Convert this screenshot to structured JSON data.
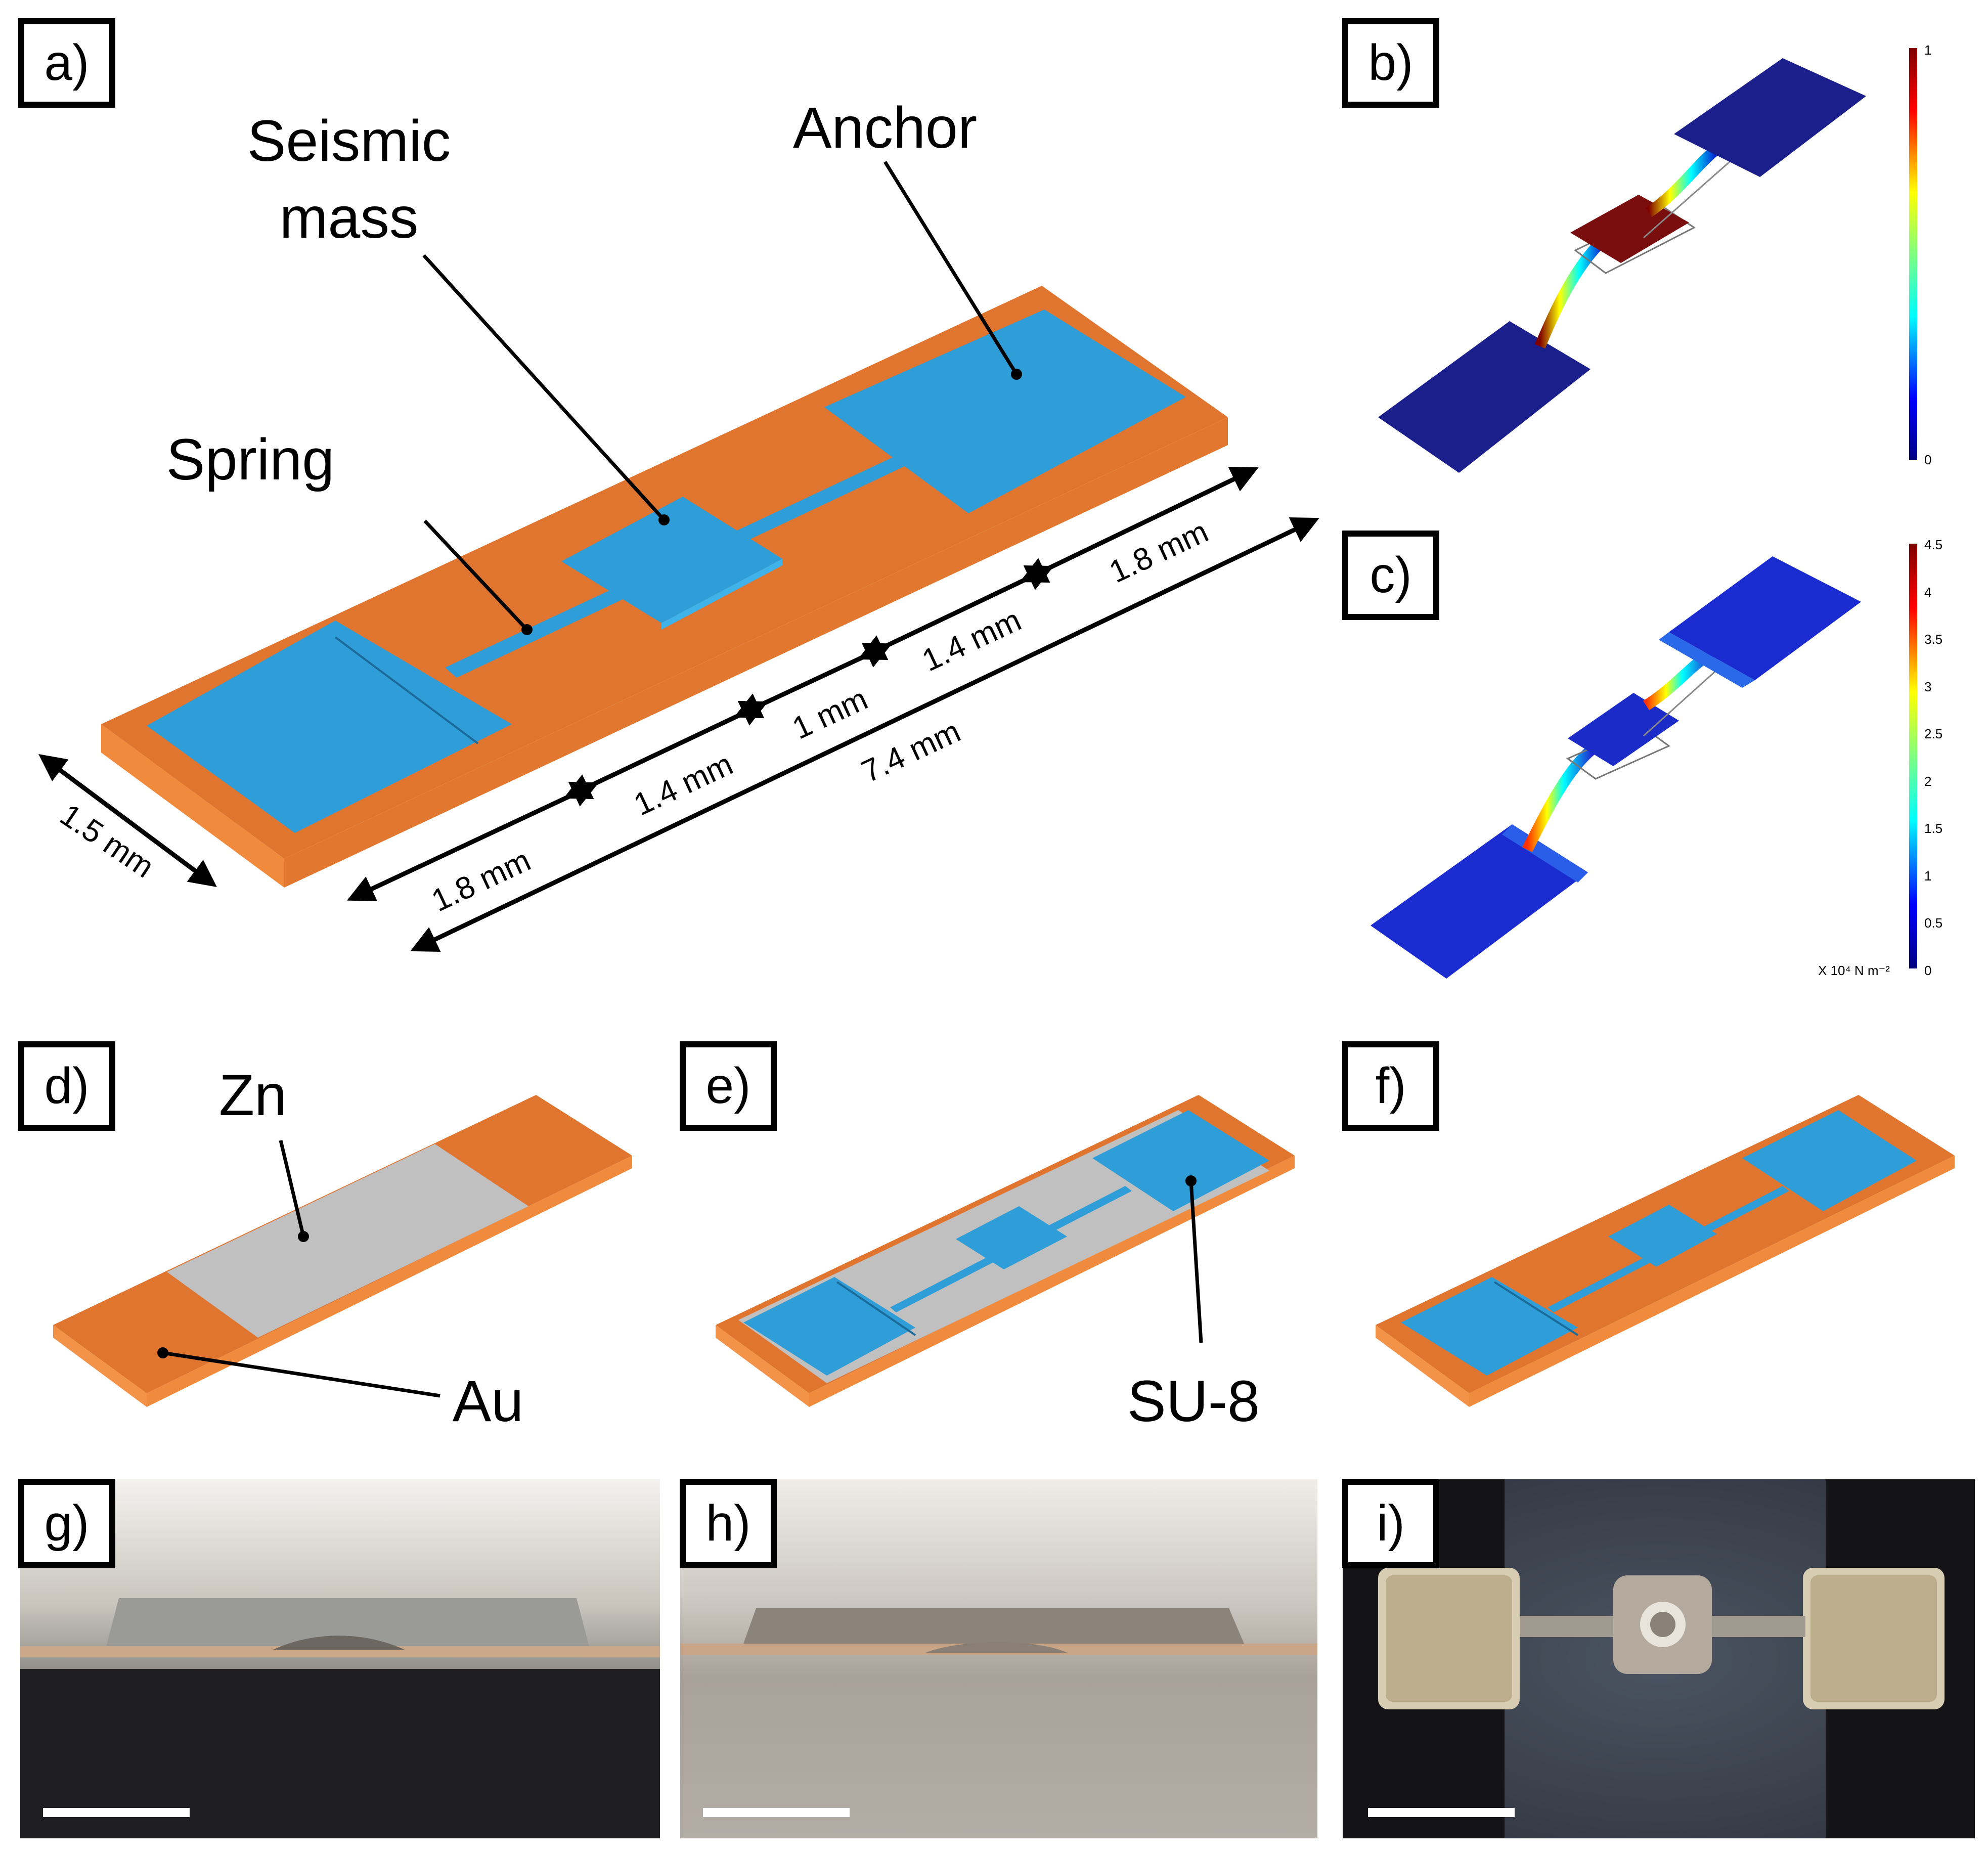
{
  "panels": {
    "a": "a)",
    "b": "b)",
    "c": "c)",
    "d": "d)",
    "e": "e)",
    "f": "f)",
    "g": "g)",
    "h": "h)",
    "i": "i)"
  },
  "panel_a": {
    "seismic_line1": "Seismic",
    "seismic_line2": "mass",
    "anchor": "Anchor",
    "spring": "Spring",
    "dims": [
      "1.5 mm",
      "1.8 mm",
      "1.4 mm",
      "1 mm",
      "1.4 mm",
      "1.8 mm",
      "7.4 mm"
    ]
  },
  "panel_b": {
    "cb_max": "1",
    "cb_min": "0"
  },
  "panel_c": {
    "cb_ticks": [
      "4.5",
      "4",
      "3.5",
      "3",
      "2.5",
      "2",
      "1.5",
      "1",
      "0.5",
      "0"
    ],
    "unit": "X 10⁴ N m⁻²"
  },
  "panel_d": {
    "zn": "Zn",
    "au": "Au"
  },
  "panel_e": {
    "su8": "SU-8"
  },
  "colors": {
    "au": "#e07530",
    "su8": "#2f9ed8",
    "zn": "#c0c0c0",
    "fem_low": "#1a1f8c",
    "fem_high": "#7a0e0e"
  }
}
